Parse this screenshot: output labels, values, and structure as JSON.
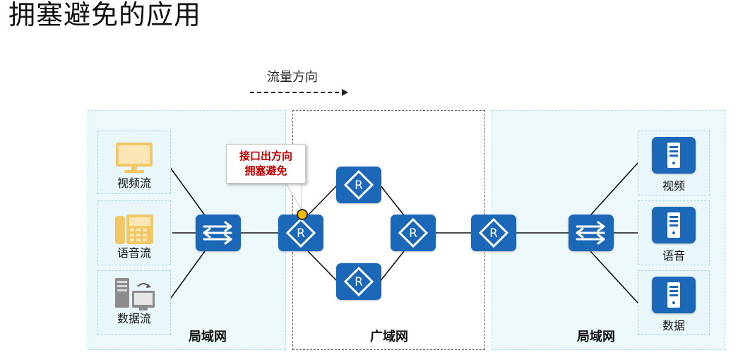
{
  "title": "拥塞避免的应用",
  "flow_direction": {
    "label": "流量方向"
  },
  "zones": {
    "lan_left": {
      "label": "局域网"
    },
    "wan": {
      "label": "广域网"
    },
    "lan_right": {
      "label": "局域网"
    }
  },
  "sources": [
    {
      "label": "视频流",
      "icon": "monitor-icon"
    },
    {
      "label": "语音流",
      "icon": "phone-icon"
    },
    {
      "label": "数据流",
      "icon": "computer-icon"
    }
  ],
  "destinations": [
    {
      "label": "视频",
      "icon": "server-icon"
    },
    {
      "label": "语音",
      "icon": "server-icon"
    },
    {
      "label": "数据",
      "icon": "server-icon"
    }
  ],
  "callout": {
    "line1": "接口出方向",
    "line2": "拥塞避免"
  },
  "colors": {
    "device_blue": "#1b67b8",
    "zone_fill": "#edf8fb",
    "source_icon": "#f2c766",
    "callout_text": "#c00000",
    "marker": "#f5b800"
  }
}
